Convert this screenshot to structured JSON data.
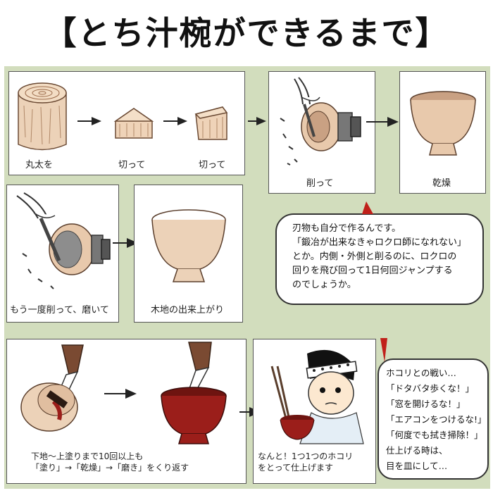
{
  "title": "【とち汁椀ができるまで】",
  "colors": {
    "background": "#d2ddbd",
    "lacquer_red": "#9b1e1a",
    "wood": "#e8c9ac",
    "accent_red": "#c0201a"
  },
  "steps": {
    "log": "丸太を",
    "cut1": "切って",
    "cut2": "切って",
    "shave1": "削って",
    "dry": "乾燥",
    "shave2": "もう一度削って、磨いて",
    "finish_wood": "木地の出来上がり",
    "lacquer_line1": "下地～上塗りまで10回以上も",
    "lacquer_line2": "「塗り」→「乾燥」→「磨き」をくり返す",
    "dust_line1": "なんと！1つ1つのホコリ",
    "dust_line2": "をとって仕上げます"
  },
  "bubble1": {
    "lines": [
      "刃物も自分で作るんです。",
      "「鍛冶が出来なきゃロクロ師になれない」",
      "とか。内側・外側と削るのに、ロクロの",
      "回りを飛び回って1日何回ジャンプする",
      "のでしょうか。"
    ]
  },
  "bubble2": {
    "lines": [
      "ホコリとの戦い…",
      "「ドタバタ歩くな！」",
      "「窓を開けるな！」",
      "「エアコンをつけるな!」",
      "「何度でも拭き掃除！」",
      "仕上げる時は、",
      "目を皿にして…"
    ]
  },
  "icons": [
    "log-icon",
    "wood-block-icon",
    "lathe-icon",
    "bowl-icon",
    "lacquer-bowl-icon",
    "brush-icon",
    "craftsman-icon",
    "arrow-icon"
  ]
}
